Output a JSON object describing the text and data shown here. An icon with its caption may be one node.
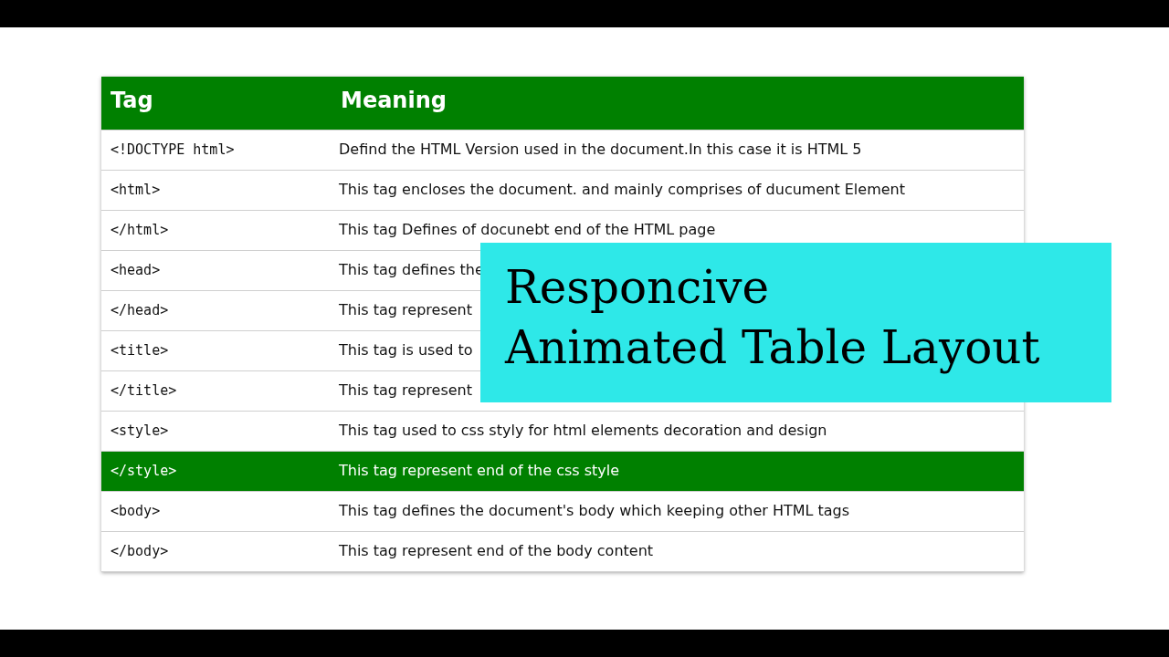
{
  "diagram": {
    "nodes": [
      {
        "text": [
          "Responcive Animated Table Layout"
        ]
      }
    ],
    "labels": [
      "Tag",
      "Meaning",
      "<!DOCTYPE html>",
      "Defind the HTML Version used in the document.In this case it is HTML 5",
      "<html>",
      "This tag encloses the document. and mainly comprises of ducument Element",
      "</html>",
      "This tag Defines of docunebt end of the HTML page",
      "<head>",
      "This tag defines the",
      "</head>",
      "This tag represent",
      "<title>",
      "This tag is used to",
      "</title>",
      "This tag represent",
      "<style>",
      "This tag used to css styly for html elements decoration and design",
      "</style>",
      "This tag represent end of the css style",
      "<body>",
      "This tag defines the document's body which keeping other HTML tags",
      "</body>",
      "This tag represent end of the body content"
    ]
  }
}
